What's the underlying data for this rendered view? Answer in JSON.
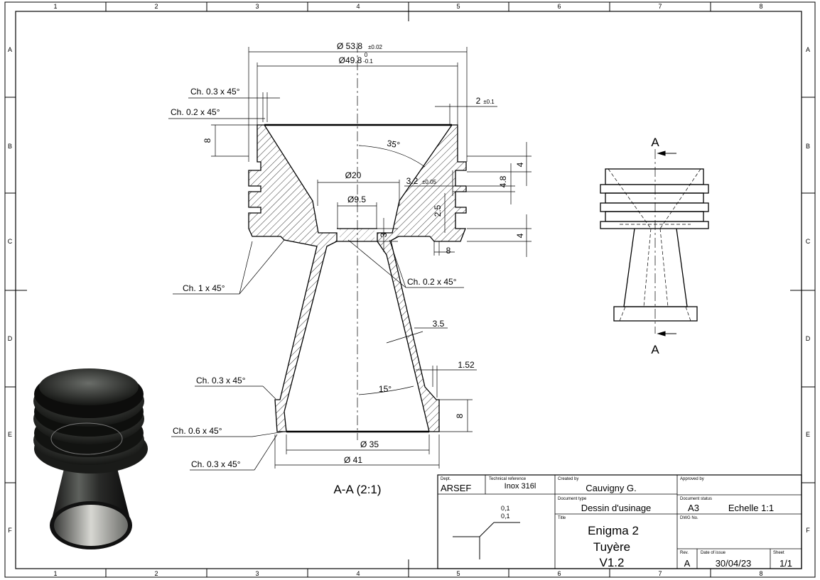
{
  "grid": {
    "columns": [
      "1",
      "2",
      "3",
      "4",
      "5",
      "6",
      "7",
      "8"
    ],
    "rows": [
      "A",
      "B",
      "C",
      "D",
      "E",
      "F"
    ]
  },
  "section_view": {
    "title": "A-A (2:1)",
    "dims": {
      "d_outer": "Ø 53.8",
      "d_outer_tol": "±0.02",
      "d_inner": "Ø49.8",
      "d_inner_tol_up": "0",
      "d_inner_tol_low": "-0.1",
      "d20": "Ø20",
      "d9_5": "Ø9.5",
      "d35": "Ø 35",
      "d41": "Ø 41",
      "w2": "2",
      "w2_tol": "±0.1",
      "h8_top": "8",
      "angle35": "35°",
      "angle15": "15°",
      "g4_a": "4",
      "g4_8": "4.8",
      "g3_2": "3.2",
      "g3_2_tol": "±0.05",
      "g2_5": "2.5",
      "g3": "3",
      "g4_b": "4",
      "g8_c": "8",
      "t3_5": "3.5",
      "t1_52": "1.52",
      "h8_bottom": "8"
    },
    "chamfers": {
      "c1": "Ch. 0.3 x 45°",
      "c2": "Ch. 0.2 x 45°",
      "c3": "Ch. 1 x 45°",
      "c4": "Ch. 0.2 x 45°",
      "c5": "Ch. 0.3 x 45°",
      "c6": "Ch. 0.6 x 45°",
      "c7": "Ch. 0.3 x 45°"
    }
  },
  "side_view": {
    "label_top": "A",
    "label_bottom": "A"
  },
  "title_block": {
    "dept_label": "Dept.",
    "dept": "ARSEF",
    "techref_label": "Technical reference",
    "techref": "Inox 316l",
    "created_label": "Created by",
    "created": "Cauvigny G.",
    "approved_label": "Approved by",
    "approved": "",
    "doctype_label": "Document type",
    "doctype": "Dessin d'usinage",
    "docstatus_label": "Document status",
    "format": "A3",
    "scale": "Echelle 1:1",
    "dwg_label": "DWG No.",
    "title_label": "Title",
    "title1": "Enigma 2",
    "title2": "Tuyère",
    "title3": "V1.2",
    "rev_label": "Rev.",
    "rev": "A",
    "date_label": "Date of issue",
    "date": "30/04/23",
    "sheet_label": "Sheet",
    "sheet": "1/1",
    "rough_1": "0,1",
    "rough_2": "0,1"
  }
}
